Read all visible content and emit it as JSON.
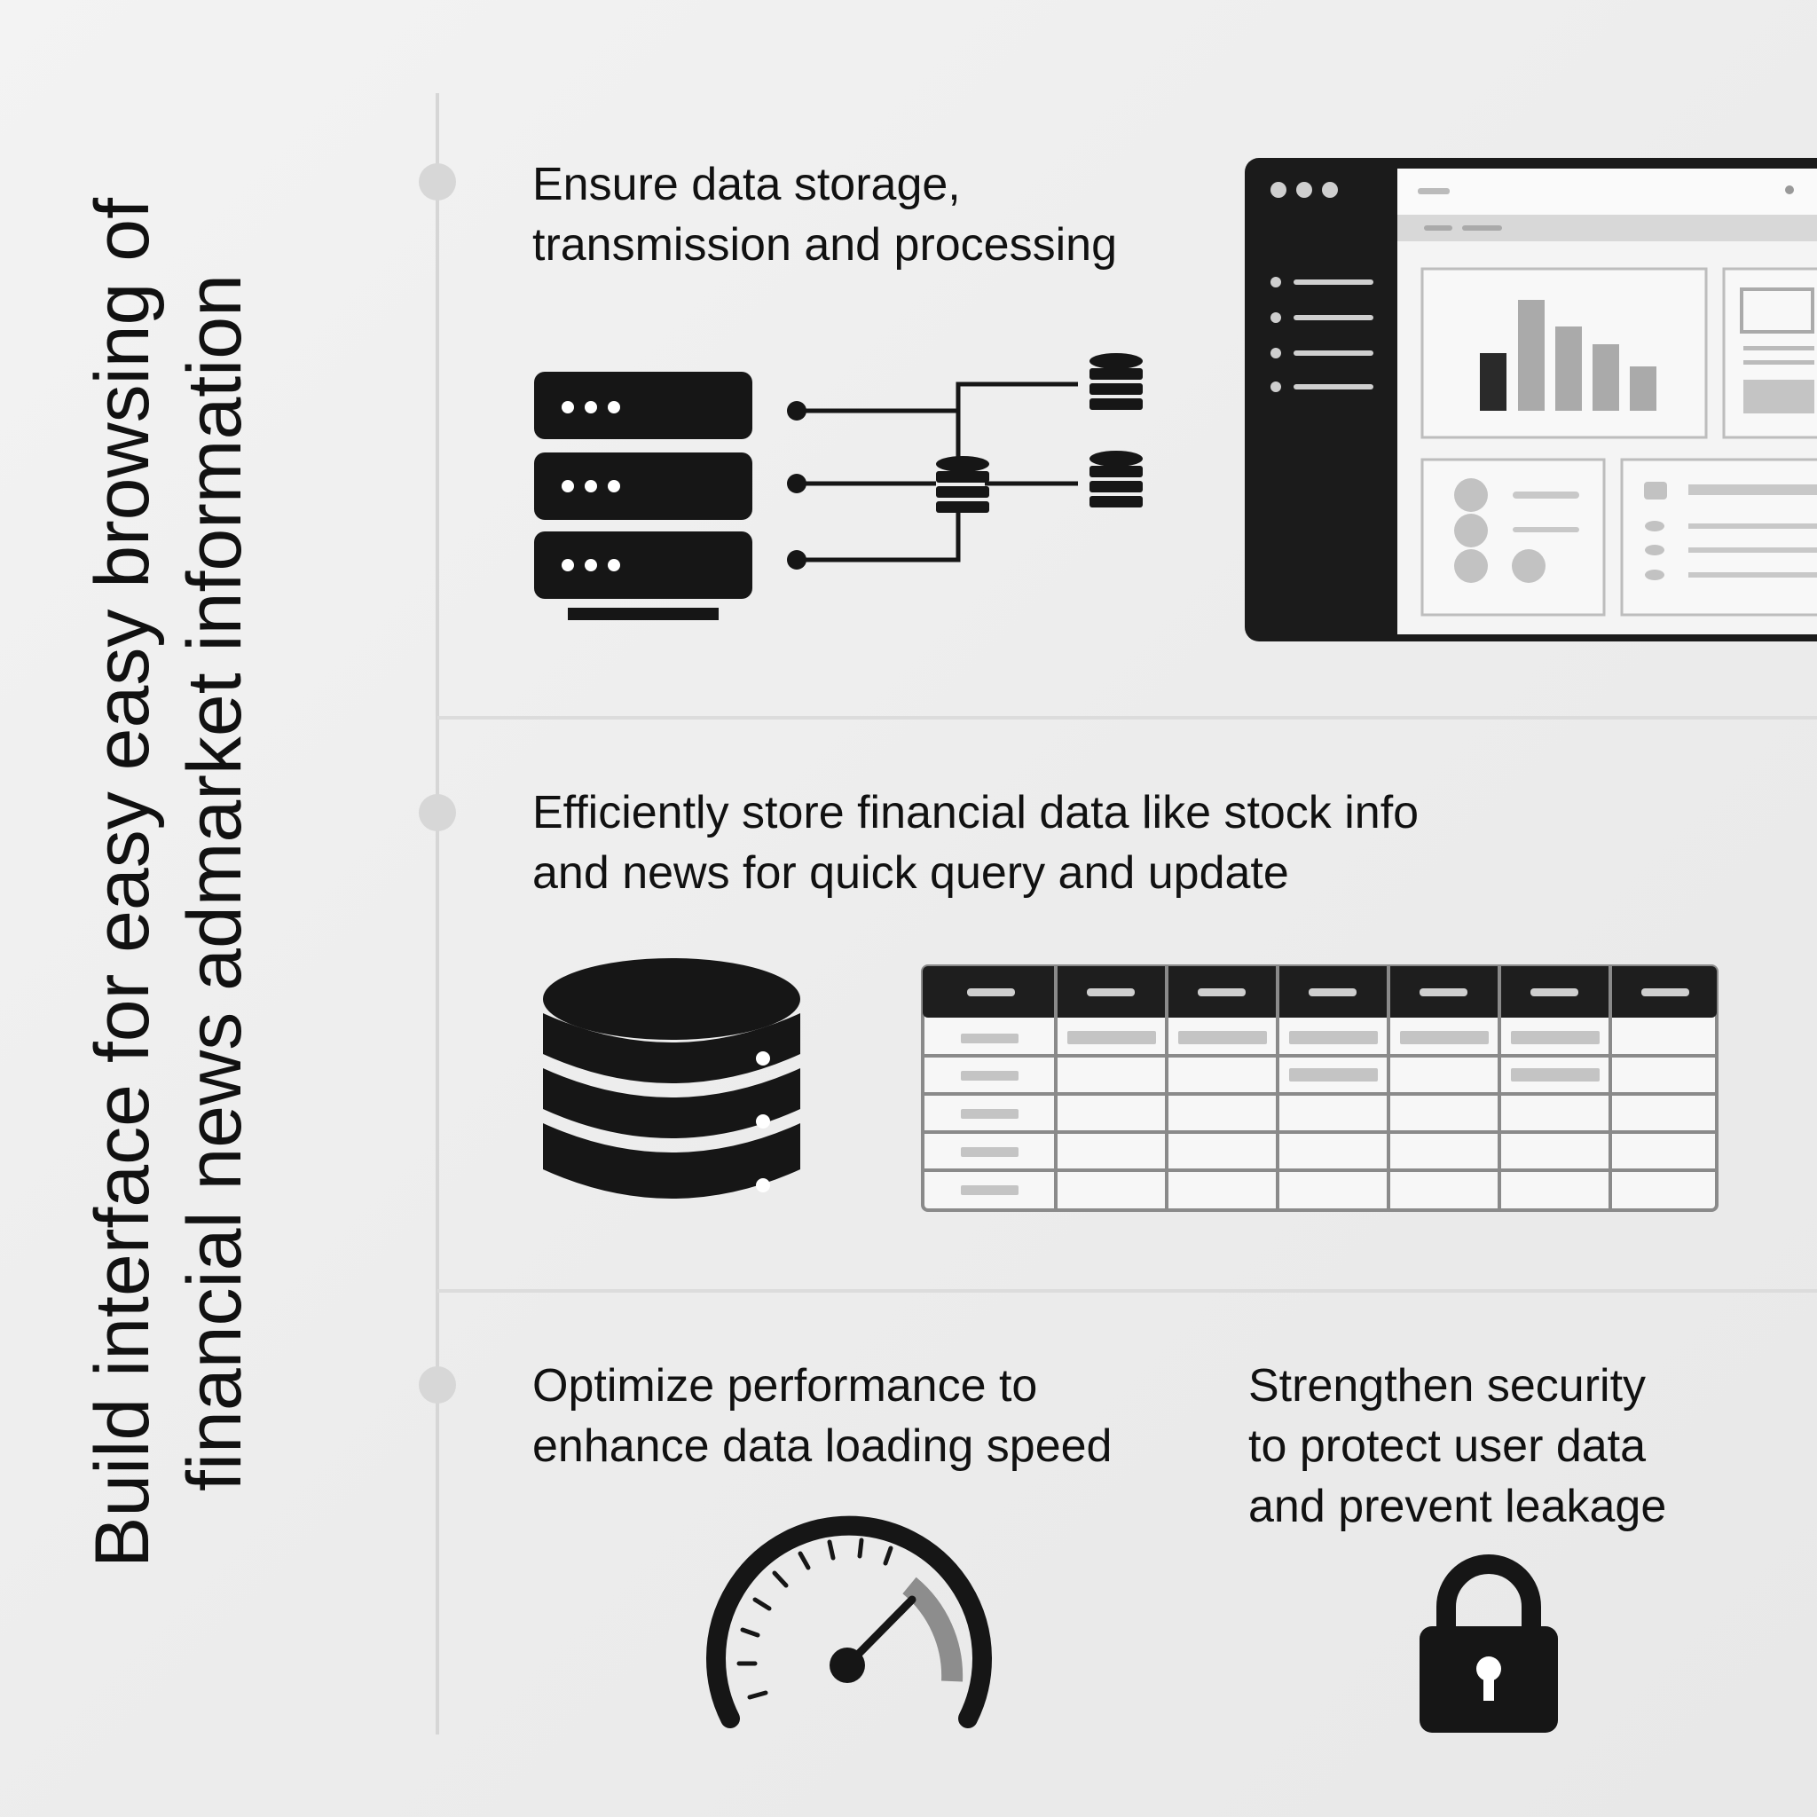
{
  "title": {
    "line1": "Build interface for easy easy browsing of",
    "line2": "financial news admarket information"
  },
  "sections": [
    {
      "line1": "Ensure data storage,",
      "line2": "transmission and processing",
      "icons": [
        "server-rack-icon",
        "database-network-icon",
        "dashboard-window-icon"
      ]
    },
    {
      "line1": "Efficiently store financial data like stock info",
      "line2": "and news for quick query and update",
      "icons": [
        "database-icon",
        "data-table-icon"
      ]
    },
    {
      "line1": "Optimize performance to",
      "line2": "enhance data loading speed",
      "icons": [
        "speedometer-icon"
      ]
    },
    {
      "line1": "Strengthen security",
      "line2": "to protect user data",
      "line3": "and prevent leakage",
      "icons": [
        "padlock-icon"
      ]
    }
  ],
  "colors": {
    "ink": "#111111",
    "background": "#efefef",
    "timeline": "#d6d6d6"
  }
}
